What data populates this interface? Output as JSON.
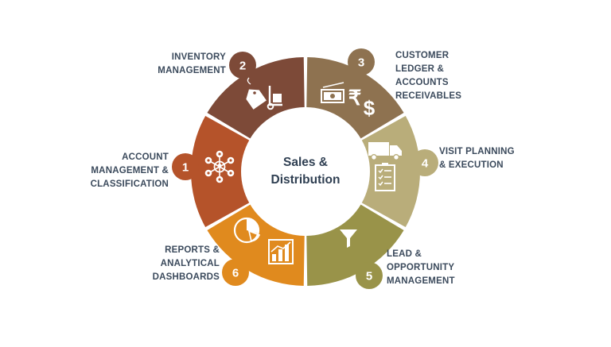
{
  "center": {
    "line1": "Sales &",
    "line2": "Distribution"
  },
  "segments": [
    {
      "number": "1",
      "label_lines": [
        "ACCOUNT",
        "MANAGEMENT &",
        "CLASSIFICATION"
      ],
      "color": "#b5532a",
      "icon": "network-people-icon"
    },
    {
      "number": "2",
      "label_lines": [
        "INVENTORY",
        "MANAGEMENT"
      ],
      "color": "#7d4a38",
      "icon": "tag-and-hand-truck-icon"
    },
    {
      "number": "3",
      "label_lines": [
        "CUSTOMER",
        "LEDGER &",
        "ACCOUNTS",
        "RECEIVABLES"
      ],
      "color": "#8e7250",
      "icon": "currency-icon"
    },
    {
      "number": "4",
      "label_lines": [
        "VISIT PLANNING",
        "& EXECUTION"
      ],
      "color": "#b9ad7a",
      "icon": "truck-checklist-icon"
    },
    {
      "number": "5",
      "label_lines": [
        "LEAD &",
        "OPPORTUNITY",
        "MANAGEMENT"
      ],
      "color": "#999349",
      "icon": "funnel-icon"
    },
    {
      "number": "6",
      "label_lines": [
        "REPORTS &",
        "ANALYTICAL",
        "DASHBOARDS"
      ],
      "color": "#e08a1e",
      "icon": "pie-bar-chart-icon"
    }
  ]
}
